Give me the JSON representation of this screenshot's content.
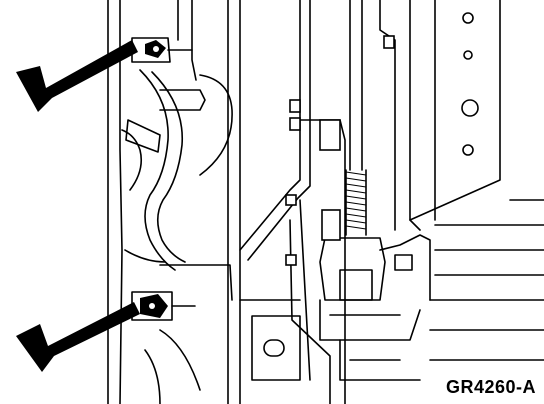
{
  "figure": {
    "id": "GR4260-A"
  },
  "colors": {
    "ink": "#000000",
    "paper": "#ffffff"
  },
  "callouts": [
    {
      "icon": "arrow-icon",
      "target": "upper-connector"
    },
    {
      "icon": "arrow-icon",
      "target": "lower-connector"
    }
  ]
}
